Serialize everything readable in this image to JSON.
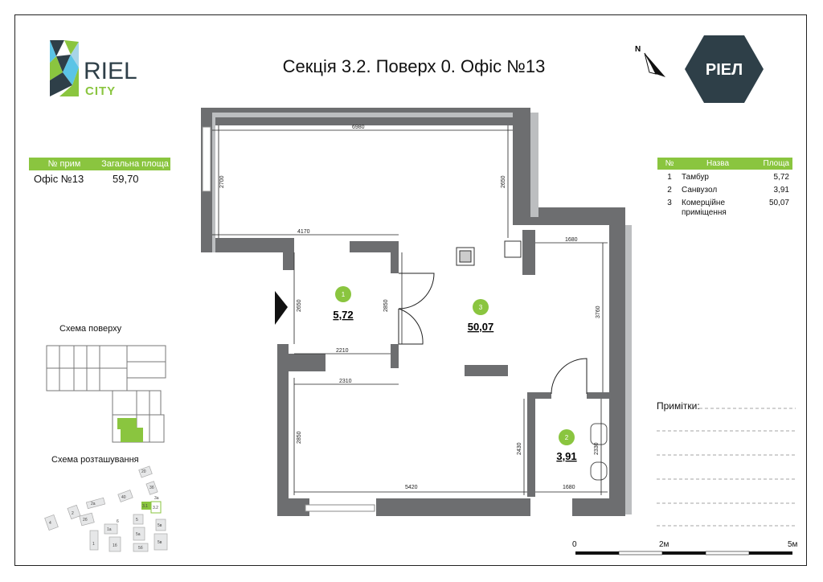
{
  "header": {
    "title": "Секція 3.2. Поверх 0. Офіс №13",
    "brand_left_line1": "RIEL",
    "brand_left_line2": "CITY",
    "brand_right": "РІЕЛ",
    "north_label": "N"
  },
  "summary": {
    "col_number": "№ прим",
    "col_area": "Загальна площа",
    "unit": "Офіс №13",
    "area": "59,70"
  },
  "rooms_table": {
    "col_no": "№",
    "col_name": "Назва",
    "col_area": "Площа",
    "rows": [
      {
        "no": "1",
        "name": "Тамбур",
        "name2": "",
        "area": "5,72"
      },
      {
        "no": "2",
        "name": "Санвузол",
        "name2": "",
        "area": "3,91"
      },
      {
        "no": "3",
        "name": "Комерційне",
        "name2": "приміщення",
        "area": "50,07"
      }
    ]
  },
  "rooms": [
    {
      "no": "1",
      "area": "5,72"
    },
    {
      "no": "2",
      "area": "3,91"
    },
    {
      "no": "3",
      "area": "50,07"
    }
  ],
  "dimensions": {
    "top": "6980",
    "left_upper": "2700",
    "right_upper": "2650",
    "mid": "4170",
    "corridor_right": "1680",
    "vestibule_left": "2650",
    "vestibule_door": "2850",
    "vestibule_bottom": "2210",
    "lower_top": "2310",
    "right_lower": "3760",
    "left_lower": "2850",
    "wc_left": "2430",
    "wc_right": "2330",
    "bottom": "5420",
    "wc_bottom": "1680"
  },
  "schemes": {
    "floor_label": "Схема поверху",
    "location_label": "Схема розташування",
    "buildings": [
      "20",
      "3б",
      "3а",
      "40",
      "2а",
      "2б",
      "3.1",
      "3.2",
      "2",
      "4",
      "1",
      "1а",
      "1б",
      "5",
      "5а",
      "5б",
      "5в",
      "5в",
      "6"
    ]
  },
  "notes": {
    "label": "Примітки:"
  },
  "scale": {
    "start": "0",
    "mid": "2м",
    "end": "5м"
  },
  "colors": {
    "accent": "#8ac53f",
    "wall": "#6d6e70",
    "brand_dark": "#2e3f48"
  }
}
